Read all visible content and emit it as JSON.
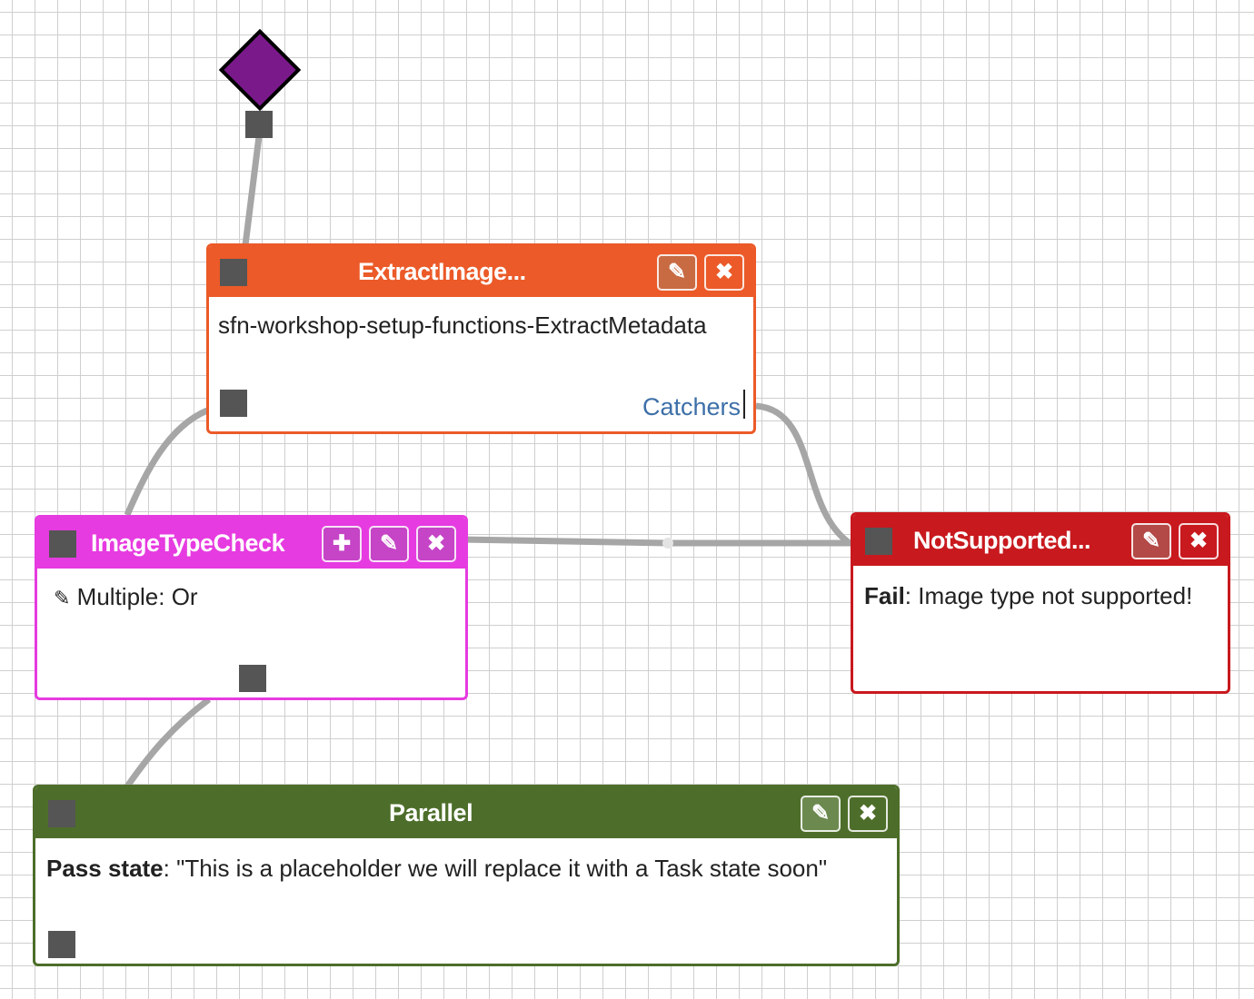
{
  "colors": {
    "start": "#7a1a8a",
    "task": "#eb5a28",
    "choice": "#e63be0",
    "fail": "#c8191e",
    "parallel": "#4d6e2a",
    "wire": "#a6a6a6",
    "port": "#555555"
  },
  "nodes": {
    "extract": {
      "title": "ExtractImage...",
      "resource": "sfn-workshop-setup-functions-ExtractMetadata",
      "catchers_label": "Catchers",
      "buttons": [
        "pencil-icon",
        "close-icon"
      ]
    },
    "image_type_check": {
      "title": "ImageTypeCheck",
      "rule_label": "Multiple: Or",
      "buttons": [
        "plus-icon",
        "pencil-icon",
        "close-icon"
      ]
    },
    "not_supported": {
      "title": "NotSupported...",
      "type_label": "Fail",
      "description": ": Image type not supported!",
      "buttons": [
        "pencil-icon",
        "close-icon"
      ]
    },
    "parallel": {
      "title": "Parallel",
      "type_label": "Pass state",
      "description": ": \"This is a placeholder we will replace it with a Task state soon\"",
      "buttons": [
        "pencil-icon",
        "close-icon"
      ]
    }
  },
  "icons": {
    "pencil": "✎",
    "close": "✖",
    "plus": "✚"
  }
}
